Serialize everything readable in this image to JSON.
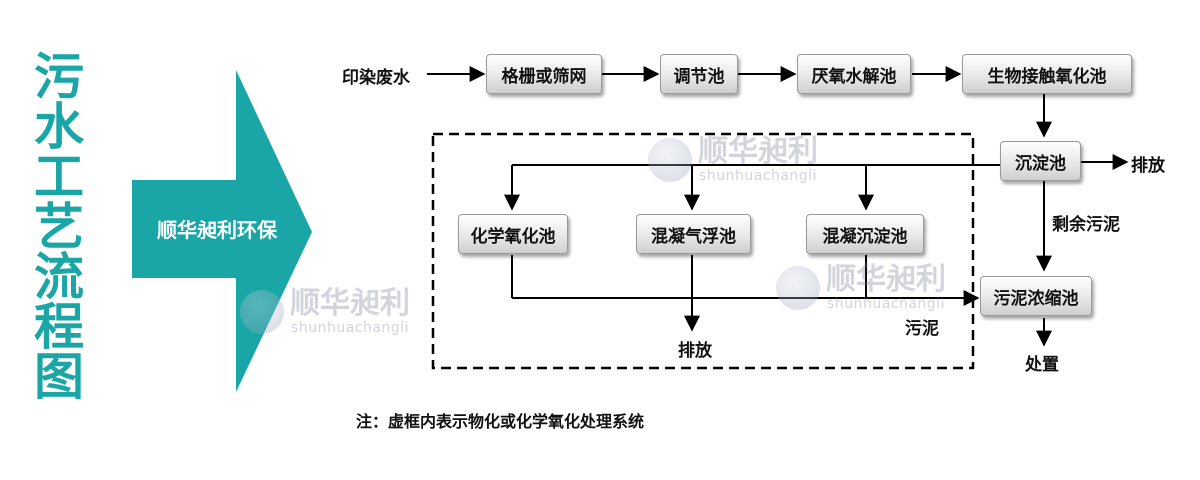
{
  "title_chars": [
    "污",
    "水",
    "工",
    "艺",
    "流",
    "程",
    "图"
  ],
  "brand_label": "顺华昶利环保",
  "source": "印染废水",
  "nodes": {
    "grille": "格栅或筛网",
    "equalization": "调节池",
    "hydrolysis": "厌氧水解池",
    "biocontact": "生物接触氧化池",
    "sedimentation": "沉淀池",
    "chem_oxidation": "化学氧化池",
    "coag_float": "混凝气浮池",
    "coag_sed": "混凝沉淀池",
    "sludge_thickener": "污泥浓缩池"
  },
  "edge_labels": {
    "discharge_main": "排放",
    "excess_sludge": "剩余污泥",
    "discharge_box": "排放",
    "sludge_box": "污泥",
    "disposal": "处置"
  },
  "note": "注：虚框内表示物化或化学氧化处理系统",
  "watermark": {
    "cn": "顺华昶利",
    "pinyin": "shunhuachangli"
  },
  "colors": {
    "teal": "#1aa6a6",
    "text": "#111111",
    "line": "#000000"
  }
}
